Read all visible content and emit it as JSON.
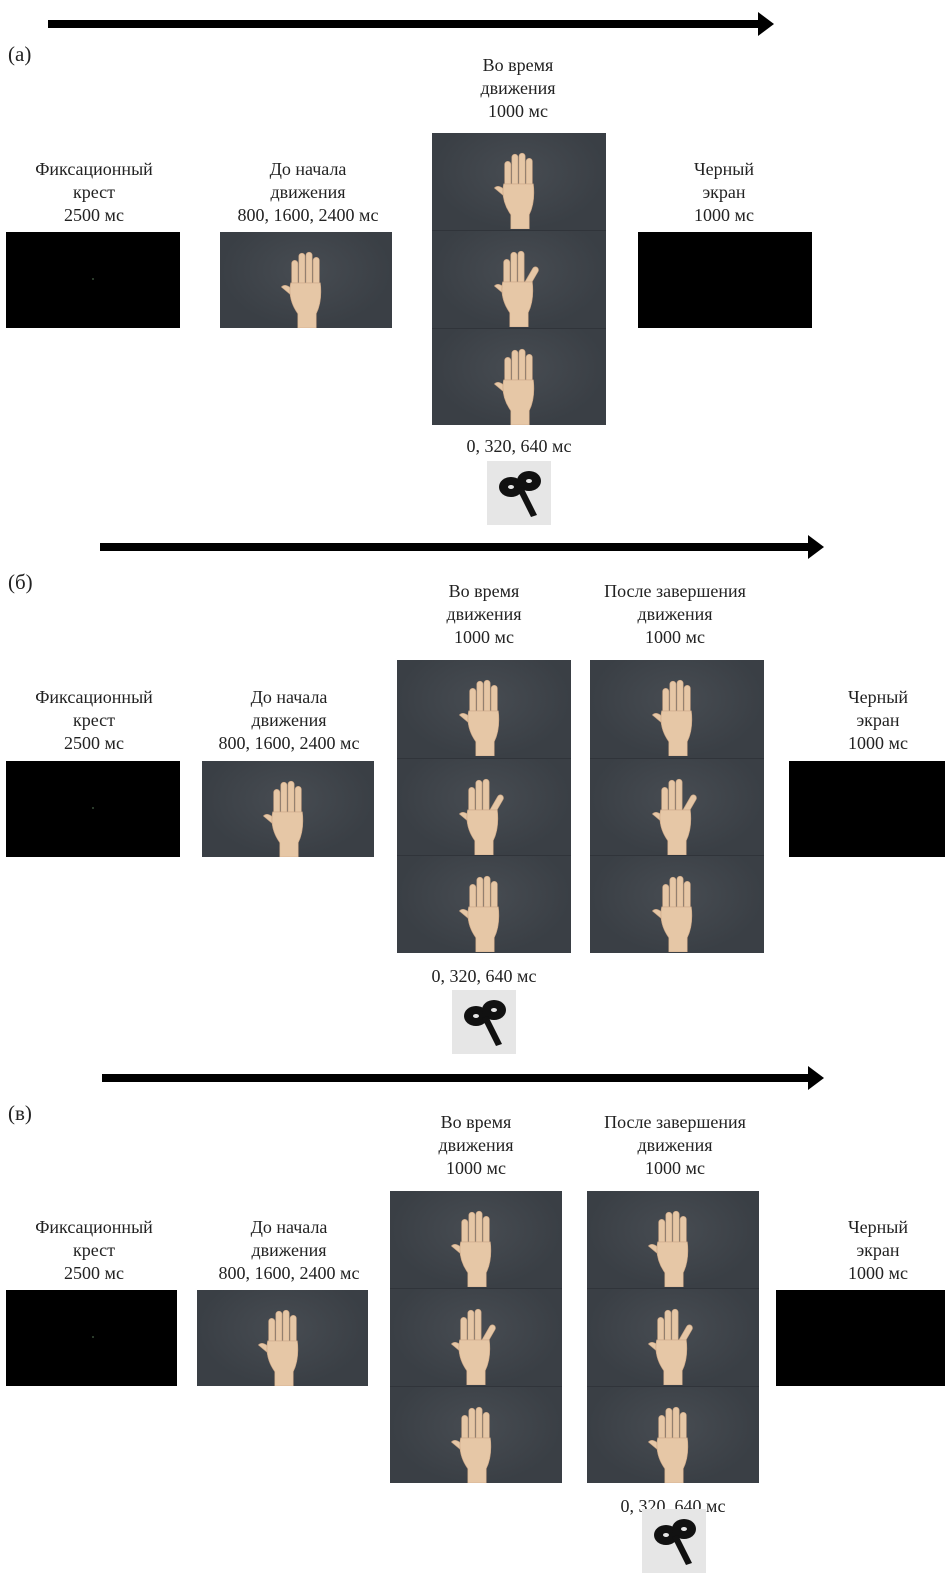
{
  "panels": [
    {
      "label": "(а)",
      "fixation": {
        "l1": "Фиксационный",
        "l2": "крест",
        "l3": "2500 мс"
      },
      "before": {
        "l1": "До начала",
        "l2": "движения",
        "l3": "800, 1600, 2400 мс"
      },
      "during": {
        "l1": "Во время",
        "l2": "движения",
        "l3": "1000 мс"
      },
      "black": {
        "l1": "Черный",
        "l2": "экран",
        "l3": "1000 мс"
      },
      "timing": "0, 320, 640 мс"
    },
    {
      "label": "(б)",
      "fixation": {
        "l1": "Фиксационный",
        "l2": "крест",
        "l3": "2500 мс"
      },
      "before": {
        "l1": "До начала",
        "l2": "движения",
        "l3": "800, 1600, 2400 мс"
      },
      "during": {
        "l1": "Во время",
        "l2": "движения",
        "l3": "1000 мс"
      },
      "after": {
        "l1": "После завершения",
        "l2": "движения",
        "l3": "1000 мс"
      },
      "black": {
        "l1": "Черный",
        "l2": "экран",
        "l3": "1000 мс"
      },
      "timing": "0, 320, 640 мс"
    },
    {
      "label": "(в)",
      "fixation": {
        "l1": "Фиксационный",
        "l2": "крест",
        "l3": "2500 мс"
      },
      "before": {
        "l1": "До начала",
        "l2": "движения",
        "l3": "800, 1600, 2400 мс"
      },
      "during": {
        "l1": "Во время",
        "l2": "движения",
        "l3": "1000 мс"
      },
      "after": {
        "l1": "После завершения",
        "l2": "движения",
        "l3": "1000 мс"
      },
      "black": {
        "l1": "Черный",
        "l2": "экран",
        "l3": "1000 мс"
      },
      "timing": "0, 320, 640 мс"
    }
  ],
  "colors": {
    "background": "#3c4147",
    "skin": "#e7c8a8",
    "black": "#000000"
  },
  "icons": {
    "hand": "hand-image",
    "stimulus": "tms-coil-icon"
  }
}
